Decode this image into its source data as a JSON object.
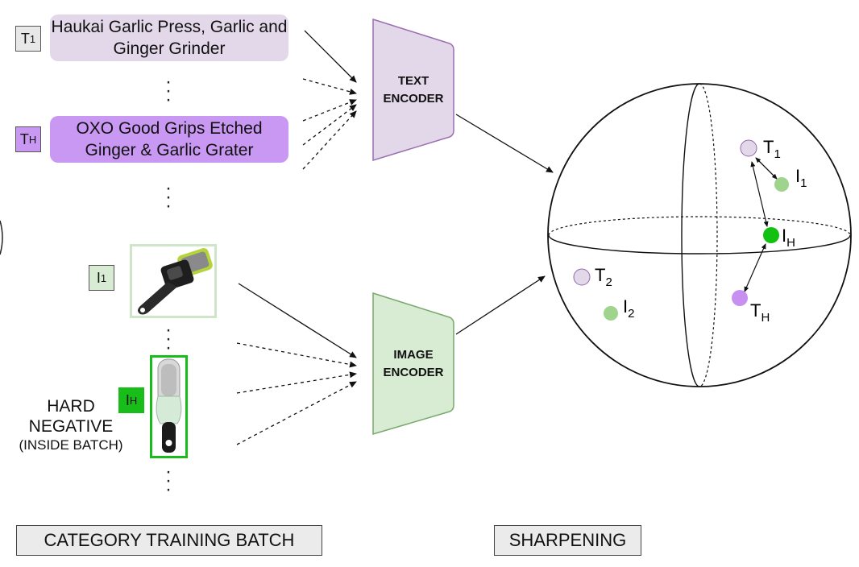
{
  "batch": {
    "text_items": [
      {
        "tag": "T",
        "tag_sub": "1",
        "text": "Haukai Garlic Press, Garlic and Ginger Grinder",
        "color": "#e3d8ea"
      },
      {
        "tag": "T",
        "tag_sub": "H",
        "text": "OXO Good Grips Etched Ginger & Garlic Grater",
        "color": "#c898f2"
      }
    ],
    "image_items": [
      {
        "tag": "I",
        "tag_sub": "1",
        "border_color": "#cfe5c9",
        "tag_color": "#d8ebd3"
      },
      {
        "tag": "I",
        "tag_sub": "H",
        "border_color": "#19bd19",
        "tag_color": "#19bd19"
      }
    ],
    "hard_negative": {
      "line1": "HARD",
      "line2": "NEGATIVE",
      "line3": "(INSIDE BATCH)"
    },
    "caption": "CATEGORY TRAINING BATCH"
  },
  "encoders": {
    "text": {
      "line1": "TEXT",
      "line2": "ENCODER",
      "color": "#e3d8ea"
    },
    "image": {
      "line1": "IMAGE",
      "line2": "ENCODER",
      "color": "#d8ebd3"
    }
  },
  "sphere": {
    "caption": "SHARPENING",
    "points": [
      {
        "label": "T",
        "sub": "1",
        "color": "#e3d8ea"
      },
      {
        "label": "I",
        "sub": "1",
        "color": "#9ed48c"
      },
      {
        "label": "I",
        "sub": "H",
        "color": "#11c011"
      },
      {
        "label": "T",
        "sub": "H",
        "color": "#c790f0"
      },
      {
        "label": "T",
        "sub": "2",
        "color": "#e3d8ea"
      },
      {
        "label": "I",
        "sub": "2",
        "color": "#9ed48c"
      }
    ]
  },
  "icons": [
    "garlic-grinder-photo",
    "ginger-grater-photo"
  ]
}
